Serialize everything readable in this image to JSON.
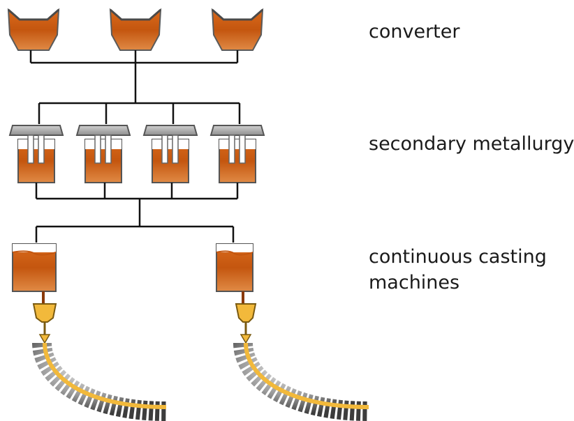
{
  "stages": {
    "converter": "converter",
    "secondary_metallurgy": "secondary metallurgy",
    "casting_line1": "continuous casting",
    "casting_line2": "machines"
  },
  "colors": {
    "steel_dark": "#c2540d",
    "steel_light": "#e8863a",
    "lid_gray": "#a9a9a9",
    "line": "#111111",
    "strand_yellow": "#f2b93b",
    "roller": "#8a8a8a"
  }
}
